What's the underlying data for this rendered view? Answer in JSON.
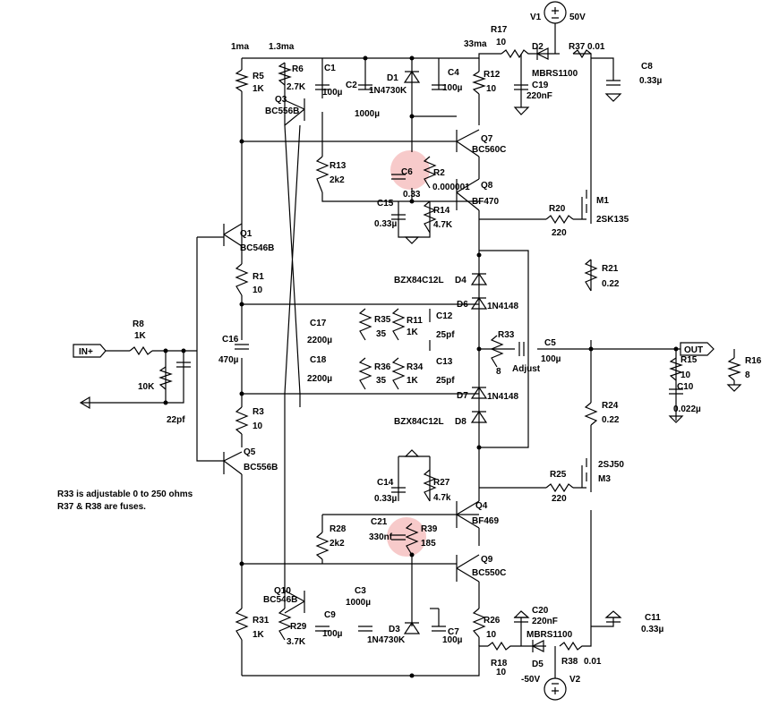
{
  "labels": {
    "i1": "1ma",
    "i2": "1.3ma",
    "i3": "33ma",
    "v1": "V1",
    "v1_val": "50V",
    "v2": "V2",
    "v2_val": "-50V",
    "r17": "R17",
    "r17_val": "10",
    "d2": "D2",
    "d2_val": "MBRS1100",
    "r37": "R37",
    "r37_val": "0.01",
    "c8": "C8",
    "c8_val": "0.33µ",
    "r5": "R5",
    "r5_val": "1K",
    "r6": "R6",
    "r6_val": "2.7K",
    "c1": "C1",
    "c1_val": "100µ",
    "c2": "C2",
    "c2_val": "1000µ",
    "d1": "D1",
    "d1_val": "1N4730K",
    "c4": "C4",
    "c4_val": "100µ",
    "r12": "R12",
    "r12_val": "10",
    "c19": "C19",
    "c19_val": "220nF",
    "q3": "Q3",
    "q3_val": "BC556B",
    "q7": "Q7",
    "q7_val": "BC560C",
    "r13": "R13",
    "r13_val": "2k2",
    "c6": "C6",
    "c6_val": "0.33",
    "r2": "R2",
    "r2_val": "0.000001",
    "q8": "Q8",
    "q8_val": "BF470",
    "c15": "C15",
    "c15_val": "0.33µ",
    "r14": "R14",
    "r14_val": "4.7K",
    "m1": "M1",
    "m1_val": "2SK135",
    "r20": "R20",
    "r20_val": "220",
    "q1": "Q1",
    "q1_val": "BC546B",
    "r1": "R1",
    "r1_val": "10",
    "r21": "R21",
    "r21_val": "0.22",
    "d4": "D4",
    "d4_val": "BZX84C12L",
    "d6": "D6",
    "d6_val": "1N4148",
    "c12": "C12",
    "c12_val": "25pf",
    "c17": "C17",
    "c17_val": "2200µ",
    "r35": "R35",
    "r35_val": "35",
    "r11": "R11",
    "r11_val": "1K",
    "r8": "R8",
    "r8_val": "1K",
    "in": "IN+",
    "c16": "C16",
    "c16_val": "470µ",
    "r33": "R33",
    "r33_val": "8",
    "r33_adj": "Adjust",
    "c5": "C5",
    "c5_val": "100µ",
    "out": "OUT",
    "r15": "R15",
    "r15_val": "10",
    "c10": "C10",
    "c10_val": "0.022µ",
    "r16": "R16",
    "r16_val": "8",
    "r10k": "10K",
    "c18": "C18",
    "c18_val": "2200µ",
    "r36": "R36",
    "r36_val": "35",
    "r34": "R34",
    "r34_val": "1K",
    "c13": "C13",
    "c13_val": "25pf",
    "c22pf": "22pf",
    "d7": "D7",
    "d7_val": "1N4148",
    "d8": "D8",
    "d8_val": "BZX84C12L",
    "r24": "R24",
    "r24_val": "0.22",
    "r3": "R3",
    "r3_val": "10",
    "q5": "Q5",
    "q5_val": "BC556B",
    "m3": "M3",
    "m3_val": "2SJ50",
    "r25": "R25",
    "r25_val": "220",
    "c14": "C14",
    "c14_val": "0.33µ",
    "r27": "R27",
    "r27_val": "4.7k",
    "q4": "Q4",
    "q4_val": "BF469",
    "note1": "R33 is adjustable 0 to 250 ohms",
    "note2": "R37 & R38 are fuses.",
    "r28": "R28",
    "r28_val": "2k2",
    "c21": "C21",
    "c21_val": "330nf",
    "r39": "R39",
    "r39_val": "185",
    "q9": "Q9",
    "q9_val": "BC550C",
    "q10": "Q10",
    "q10_val": "BC546B",
    "c3": "C3",
    "c3_val": "1000µ",
    "c20": "C20",
    "c20_val": "220nF",
    "c11": "C11",
    "c11_val": "0.33µ",
    "r31": "R31",
    "r31_val": "1K",
    "r29": "R29",
    "r29_val": "3.7K",
    "c9": "C9",
    "c9_val": "100µ",
    "d3": "D3",
    "d3_val": "1N4730K",
    "c7": "C7",
    "c7_val": "100µ",
    "r26": "R26",
    "r26_val": "10",
    "d5_val": "MBRS1100",
    "d5": "D5",
    "r18": "R18",
    "r18_val": "10",
    "r38": "R38",
    "r38_val": "0.01"
  },
  "colors": {
    "wire": "#000000",
    "highlight": "#f4b4b4",
    "background": "#ffffff"
  }
}
